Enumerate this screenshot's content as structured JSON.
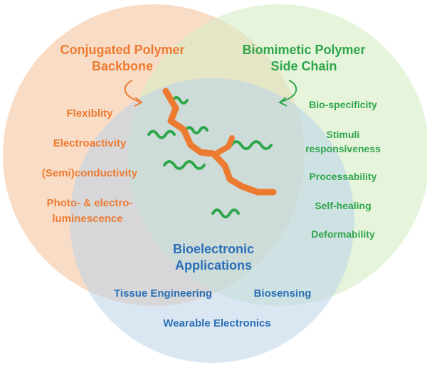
{
  "colors": {
    "orange": "#ec7b31",
    "green": "#2ea64a",
    "blue": "#2b6fb6",
    "orange_fill": "#f6c9a8",
    "green_fill": "#d5ecc4",
    "blue_fill": "#bcd3ea"
  },
  "circles": {
    "backbone": {
      "title_line1": "Conjugated Polymer",
      "title_line2": "Backbone",
      "properties": [
        "Flexiblity",
        "Electroactivity",
        "(Semi)conductivity"
      ],
      "property_multi_line1": "Photo- & electro-",
      "property_multi_line2": "luminescence"
    },
    "side_chain": {
      "title_line1": "Biomimetic Polymer",
      "title_line2": "Side Chain",
      "property_top": "Bio-specificity",
      "property_multi_line1": "Stimuli",
      "property_multi_line2": "responsiveness",
      "properties": [
        "Processability",
        "Self-healing",
        "Deformability"
      ]
    },
    "applications": {
      "title_line1": "Bioelectronic",
      "title_line2": "Applications",
      "items": [
        "Tissue Engineering",
        "Biosensing",
        "Wearable Electronics"
      ]
    }
  },
  "icons": {
    "left_arrow": "curved-arrow-icon",
    "right_arrow": "curved-arrow-icon",
    "center": "polymer-chain-icon"
  }
}
